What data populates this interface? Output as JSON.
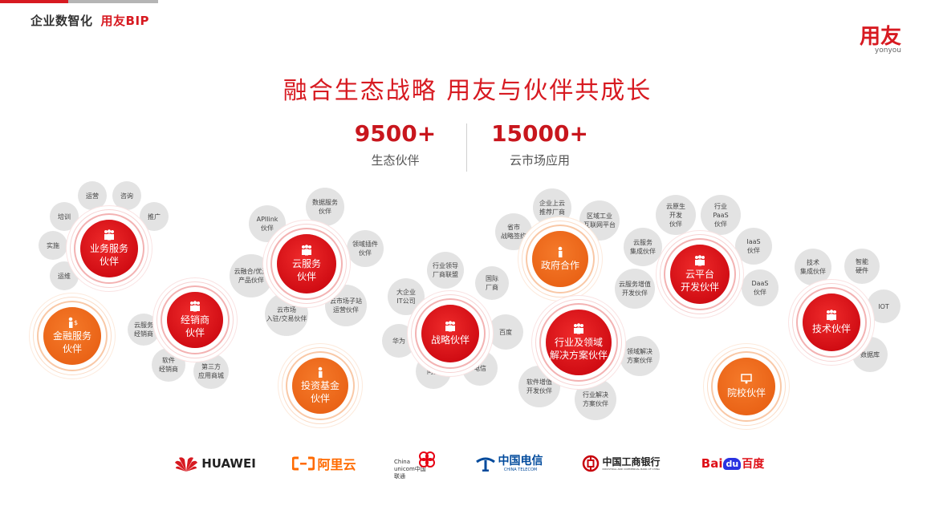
{
  "header": {
    "brand_dark": "企业数智化",
    "brand_red": "用友BIP",
    "logo_cn": "用友",
    "logo_en": "yonyou"
  },
  "title": "融合生态战略   用友与伙伴共成长",
  "stats": [
    {
      "value": "9500+",
      "label": "生态伙伴"
    },
    {
      "value": "15000+",
      "label": "云市场应用"
    }
  ],
  "hubs": {
    "business_service": "业务服务\n伙伴",
    "financial_service": "金融服务\n伙伴",
    "distributor": "经销商\n伙伴",
    "cloud_service": "云服务\n伙伴",
    "investment_fund": "投资基金\n伙伴",
    "strategic": "战略伙伴",
    "government": "政府合作",
    "industry_solution": "行业及领域\n解决方案伙伴",
    "cloud_platform": "云平台\n开发伙伴",
    "technology": "技术伙伴",
    "university": "院校伙伴"
  },
  "bubbles": {
    "ops": "运营",
    "consult": "咨询",
    "training": "培训",
    "promotion": "推广",
    "implementation": "实施",
    "maintenance": "运维",
    "cloud_distributor": "云服务\n经销商",
    "software_distributor": "软件\n经销商",
    "third_party_mall": "第三方\n应用商城",
    "apilink": "APIlink\n伙伴",
    "data_service": "数据服务\n伙伴",
    "domain_plugin": "领域插件\n伙伴",
    "cloud_fusion": "云融合/优选\n产品伙伴",
    "cloud_market_entry": "云市场\n入驻/交易伙伴",
    "cloud_market_substation": "云市场子站\n运营伙伴",
    "industry_leader": "行业领导\n厂商联盟",
    "big_enterprise_it": "大企业\nIT公司",
    "intl_vendor": "国际\n厂商",
    "huawei": "华为",
    "baidu": "百度",
    "alibaba": "阿里",
    "telecom": "电信",
    "enterprise_cloud": "企业上云\n推荐厂商",
    "provincial_city": "省市\n战略签约",
    "regional_industry": "区域工业\n互联网平台",
    "domain_solution": "领域解决\n方案伙伴",
    "software_value_added": "软件增值\n开发伙伴",
    "industry_solution_b": "行业解决\n方案伙伴",
    "cloud_native": "云原生\n开发\n伙伴",
    "industry_paas": "行业\nPaaS\n伙伴",
    "cloud_integration": "云服务\n集成伙伴",
    "iaas": "IaaS\n伙伴",
    "cloud_value_added": "云服务增值\n开发伙伴",
    "daas": "DaaS\n伙伴",
    "tech_integration": "技术\n集成伙伴",
    "smart_hardware": "智能\n硬件",
    "iot": "IOT",
    "database": "数据库"
  },
  "partners": [
    "HUAWEI",
    "阿里云",
    "China unicom中国联通",
    "中国电信",
    "CHINA TELECOM",
    "中国工商银行",
    "INDUSTRIAL AND COMMERCIAL BANK OF CHINA",
    "Bai",
    "du",
    "百度"
  ],
  "colors": {
    "red": "#d71a21",
    "orange": "#ef6a1e",
    "gray": "#e3e3e3"
  }
}
